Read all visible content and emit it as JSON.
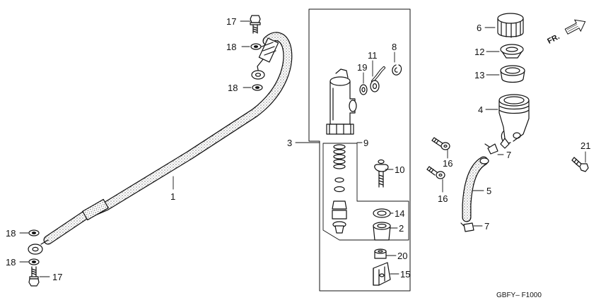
{
  "labels": {
    "n1": "1",
    "n2": "2",
    "n3": "3",
    "n4": "4",
    "n5": "5",
    "n6": "6",
    "n7a": "7",
    "n7b": "7",
    "n8": "8",
    "n9": "9",
    "n10": "10",
    "n11": "11",
    "n12": "12",
    "n13": "13",
    "n14": "14",
    "n15": "15",
    "n16a": "16",
    "n16b": "16",
    "n17a": "17",
    "n17b": "17",
    "n18a": "18",
    "n18b": "18",
    "n18c": "18",
    "n18d": "18",
    "n19": "19",
    "n20": "20",
    "n21": "21"
  },
  "direction": "FR.",
  "reference": "GBFY– F1000",
  "icons": {
    "direction": "front-arrow-icon"
  },
  "colors": {
    "line": "#111111",
    "background": "#ffffff"
  }
}
